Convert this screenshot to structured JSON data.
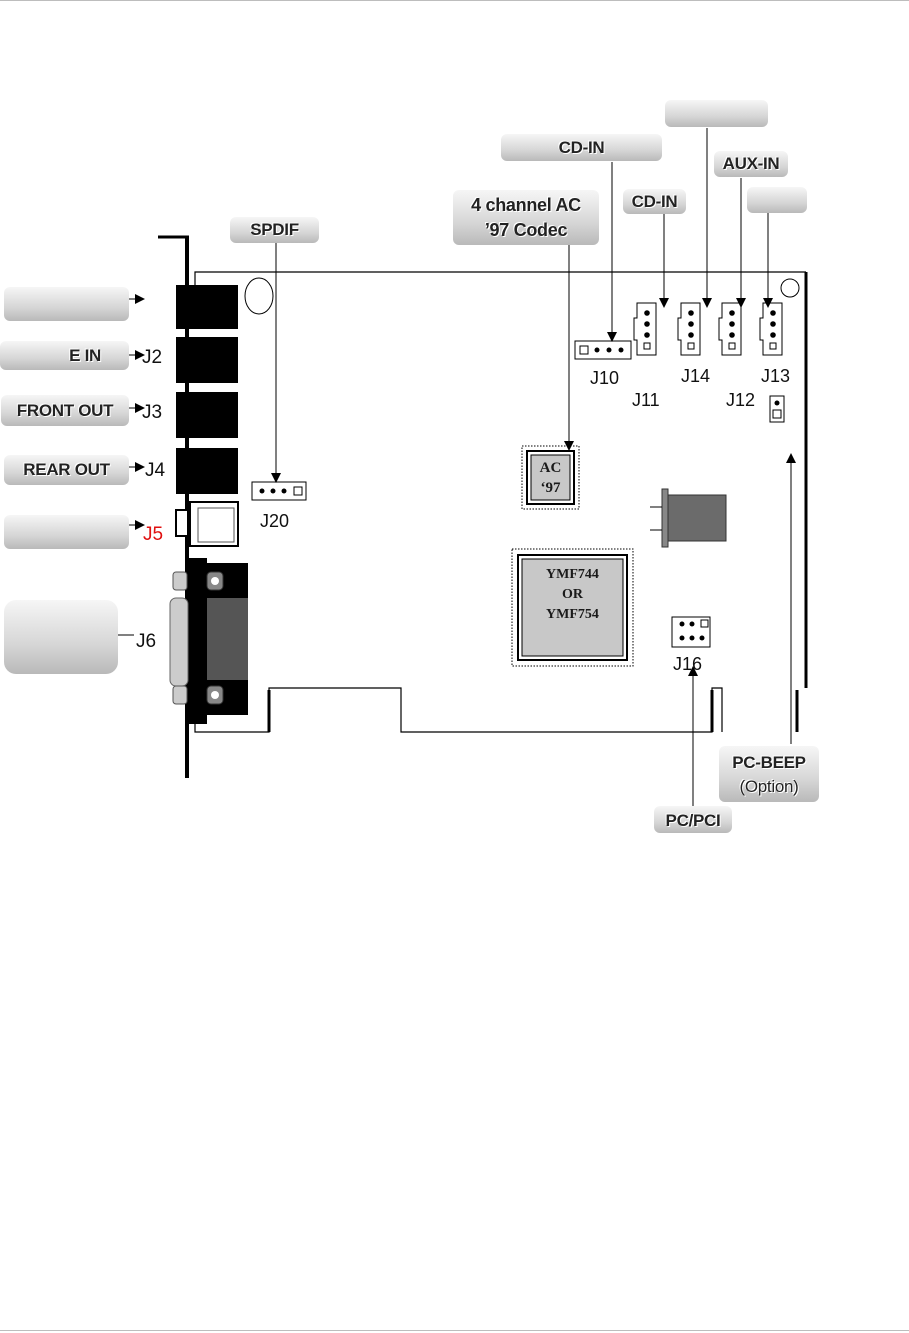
{
  "callouts": {
    "cd_in_top": "CD-IN",
    "blank_top": "",
    "aux_in": "AUX-IN",
    "blank_right": "",
    "cd_in_mid": "CD-IN",
    "codec_line1": "4 channel AC",
    "codec_line2": "’97 Codec",
    "spdif": "SPDIF",
    "blank_left1": "",
    "line_in": "E IN",
    "front_out": "FRONT OUT",
    "rear_out": "REAR OUT",
    "blank_left5": "",
    "blank_left6": "",
    "pc_beep": "PC-BEEP",
    "pc_beep_sub": "(Option)",
    "pc_pci": "PC/PCI"
  },
  "jacks": {
    "j2": "J2",
    "j3": "J3",
    "j4": "J4",
    "j5": "J5",
    "j6": "J6",
    "j10": "J10",
    "j11": "J11",
    "j12": "J12",
    "j13": "J13",
    "j14": "J14",
    "j16": "J16",
    "j20": "J20"
  },
  "chips": {
    "codec_line1": "AC",
    "codec_line2": "‘97",
    "main_line1": "YMF744",
    "main_line2": "OR",
    "main_line3": "YMF754"
  },
  "colors": {
    "j5_label": "#e01010",
    "bracket": "#000000",
    "chip_fill": "#c8c8c8",
    "crystal_fill": "#6b6b6b"
  }
}
